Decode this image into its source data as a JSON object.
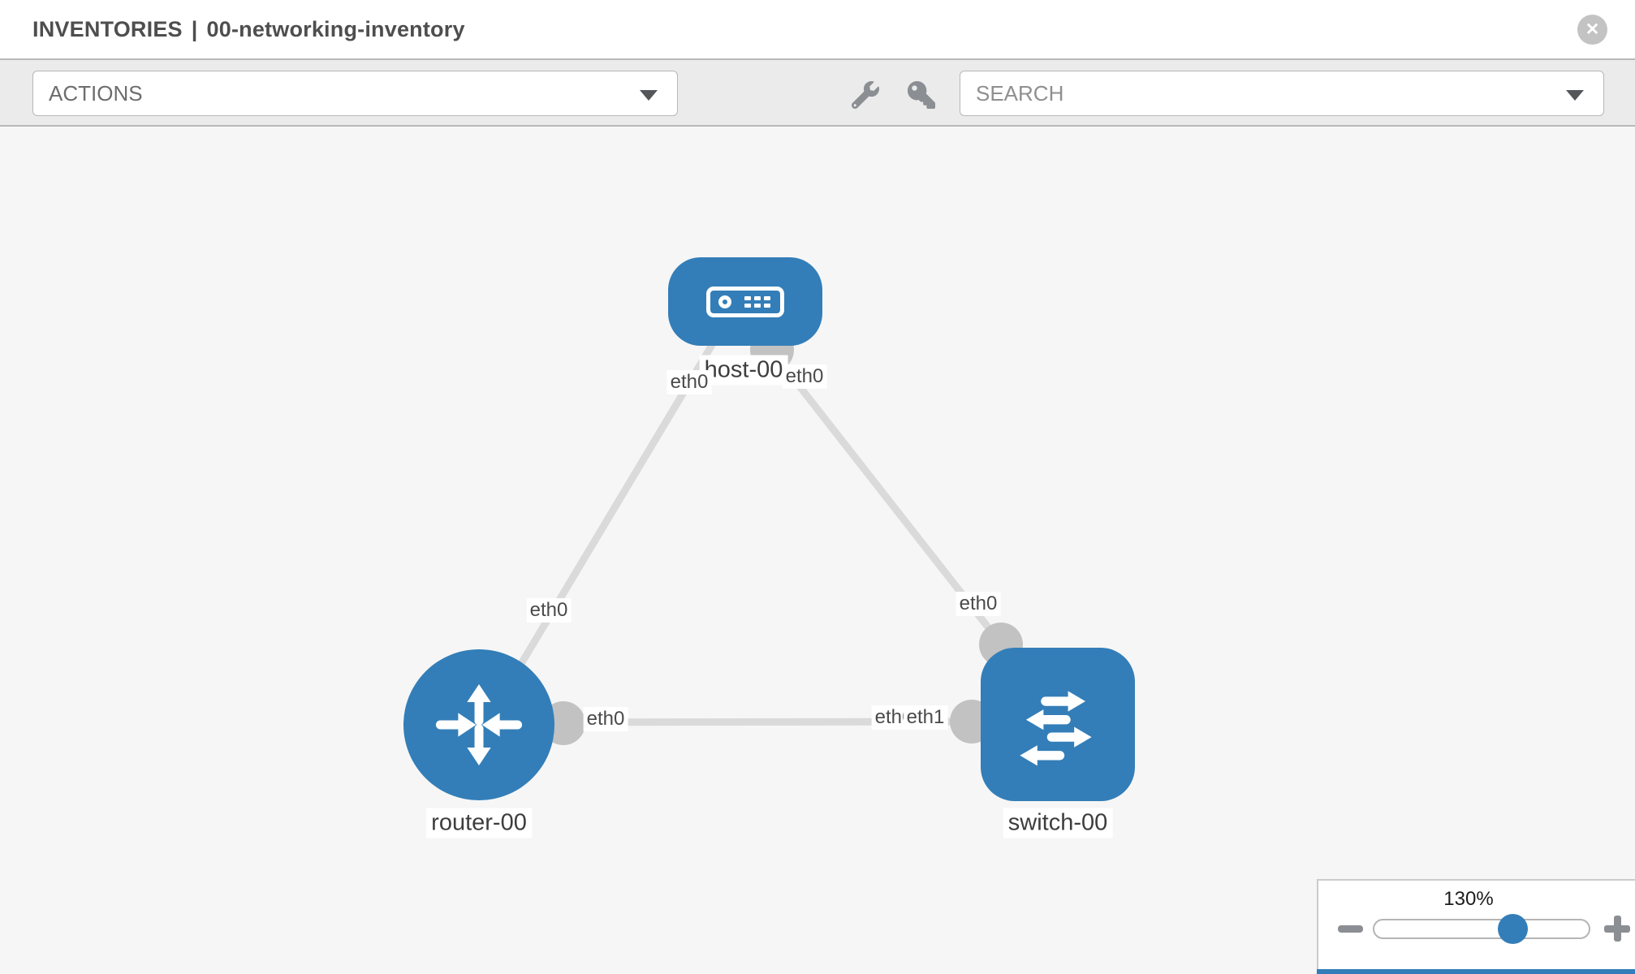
{
  "header": {
    "section": "INVENTORIES",
    "separator": "|",
    "inventory_name": "00-networking-inventory",
    "close_glyph": "✕"
  },
  "toolbar": {
    "actions_label": "ACTIONS",
    "search_label": "SEARCH"
  },
  "topology": {
    "nodes": [
      {
        "name": "host-00",
        "type": "host"
      },
      {
        "name": "router-00",
        "type": "router"
      },
      {
        "name": "switch-00",
        "type": "switch"
      }
    ],
    "interface_labels": {
      "host_side_to_router": "eth0",
      "host_side_to_switch": "eth0",
      "router_side_to_host": "eth0",
      "switch_side_to_host": "eth0",
      "router_side_to_switch": "eth0",
      "switch_side_to_router_under": "eth0",
      "switch_side_to_router": "eth1"
    }
  },
  "zoom_control": {
    "level": "130%"
  },
  "colors": {
    "node-blue": "#337eb8",
    "canvas-bg": "#f6f6f6",
    "link-gray": "#dadada",
    "dot-gray": "#c2c2c2",
    "toolbar-bg": "#ebebeb",
    "border-gray": "#b9b9b9",
    "icon-gray": "#8b8e92",
    "title-gray": "#4e4e4e"
  }
}
